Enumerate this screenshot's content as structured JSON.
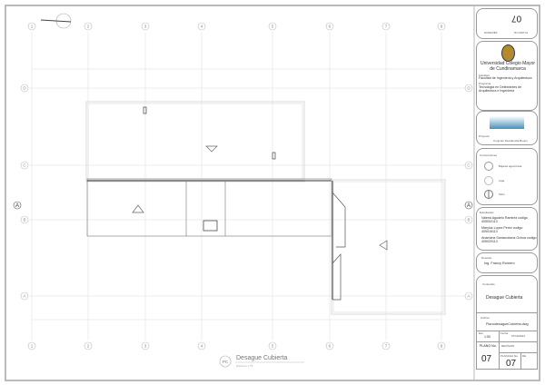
{
  "drawing": {
    "title": "Desague Cubierta",
    "scale_note": "ESCALA 1:75",
    "tag": "PC",
    "columns": [
      "1",
      "2",
      "3",
      "4",
      "5",
      "6",
      "7",
      "8"
    ],
    "rows": [
      "D",
      "C",
      "B",
      "A"
    ],
    "section_marker": "A",
    "line_color": "#9a9a9a"
  },
  "title_block": {
    "top": {
      "plano_label": "PLANO No.",
      "plano_number": "07",
      "revision_label": "REVISION"
    },
    "university": "Universidad Colegio Mayor de Cundinamarca",
    "faculty_label": "Facultad",
    "faculty": "Facultad de Ingenieria y Arquitectura",
    "program_label": "Programa",
    "program": "Tecnologia en Delineantes de Arquitectura e Ingenieria",
    "project_label": "Proyecto",
    "project": "Conjunto Residencial Bonus",
    "conventions_label": "Convenciones",
    "conventions": [
      "Bajante agua lluvia",
      "Caja",
      "Sifon"
    ],
    "students_label": "Estudiantes",
    "students": [
      "Valeria Agudelo Ramirez codigo 405002113",
      "Marylus Lopez Perez codigo 405016113",
      "Anamaria Santacoloma Ochoa codigo 405029113"
    ],
    "teacher_label": "Docente",
    "teacher": "Ing. Francy Romero",
    "content_label": "Contenido",
    "content": "Desague Cubierta",
    "file_label": "Archivo",
    "file": "PlanodesagueCubierta.dwg",
    "scale_label": "Esc",
    "scale": "1:50",
    "date_label": "Fecha",
    "date": "07/10/2014",
    "plano_label": "PLANO No.",
    "plano_number": "07",
    "revision_label": "REVISION",
    "plano_small_label": "PLANCHA No.",
    "plano_small": "07",
    "de_label": "DE"
  }
}
